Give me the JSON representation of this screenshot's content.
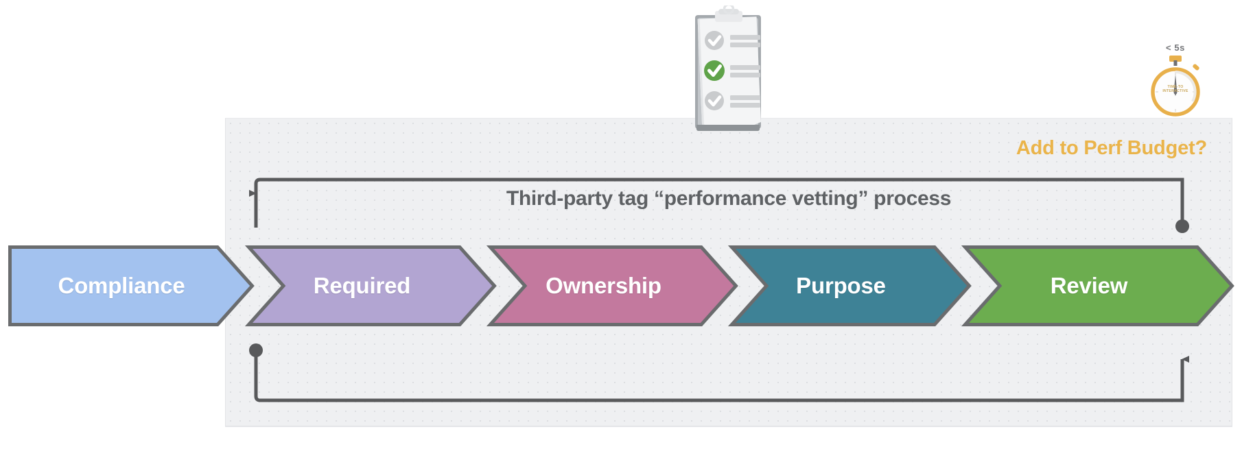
{
  "diagram": {
    "title": "Third-party tag “performance vetting” process",
    "panel_heading": "Add to Perf Budget?",
    "accent_color": "#eab44a",
    "title_color": "#5e6164",
    "panel_color": "#eff0f2",
    "connector_color": "#58595b"
  },
  "steps": [
    {
      "label": "Compliance",
      "color": "#a3c2ef",
      "stroke": "#6a6c6e"
    },
    {
      "label": "Required",
      "color": "#b2a5d2",
      "stroke": "#6a6c6e"
    },
    {
      "label": "Ownership",
      "color": "#c3799e",
      "stroke": "#6a6c6e"
    },
    {
      "label": "Purpose",
      "color": "#3e8296",
      "stroke": "#6a6c6e"
    },
    {
      "label": "Review",
      "color": "#6cad4f",
      "stroke": "#6a6c6e"
    }
  ],
  "stopwatch": {
    "seconds_label": "< 5s",
    "dial_text_line1": "TIME-TO",
    "dial_text_line2": "INTERACTIVE",
    "color": "#e8b04b"
  },
  "clipboard": {
    "checked_count": 1,
    "total_items": 3,
    "check_color": "#5fa349",
    "unchecked_color": "#c9cbcd"
  }
}
